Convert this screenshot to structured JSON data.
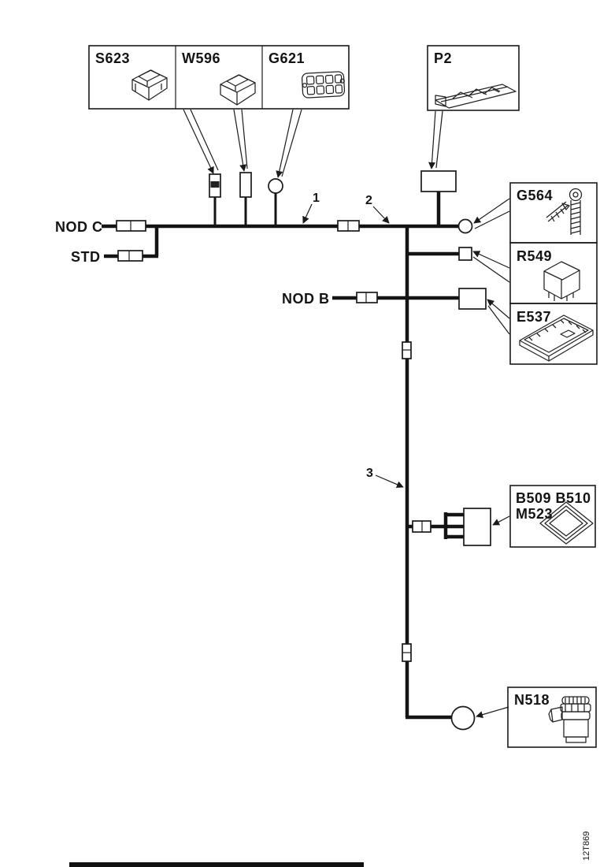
{
  "page": {
    "background": "#ffffff",
    "line_color": "#1a1a1a"
  },
  "component_boxes": {
    "s623": {
      "label": "S623",
      "art": "rocker-switch"
    },
    "w596": {
      "label": "W596",
      "art": "rocker-switch"
    },
    "g621": {
      "label": "G621",
      "art": "connector-block"
    },
    "p2": {
      "label": "P2",
      "art": "instrument-panel"
    },
    "g564": {
      "label": "G564",
      "art": "ground-bolt-with-lead"
    },
    "r549": {
      "label": "R549",
      "art": "relay-cube"
    },
    "e537": {
      "label": "E537",
      "art": "control-module"
    },
    "b509": {
      "label_line1": "B509 B510",
      "label_line2": "M523",
      "art": "diamond-plate"
    },
    "n518": {
      "label": "N518",
      "art": "cylindrical-sensor"
    }
  },
  "wire_labels": {
    "nod_c": "NOD C",
    "std": "STD",
    "nod_b": "NOD B",
    "harness_1": "1",
    "harness_2": "2",
    "harness_3": "3"
  },
  "footer": {
    "doc_code": "12T869"
  }
}
